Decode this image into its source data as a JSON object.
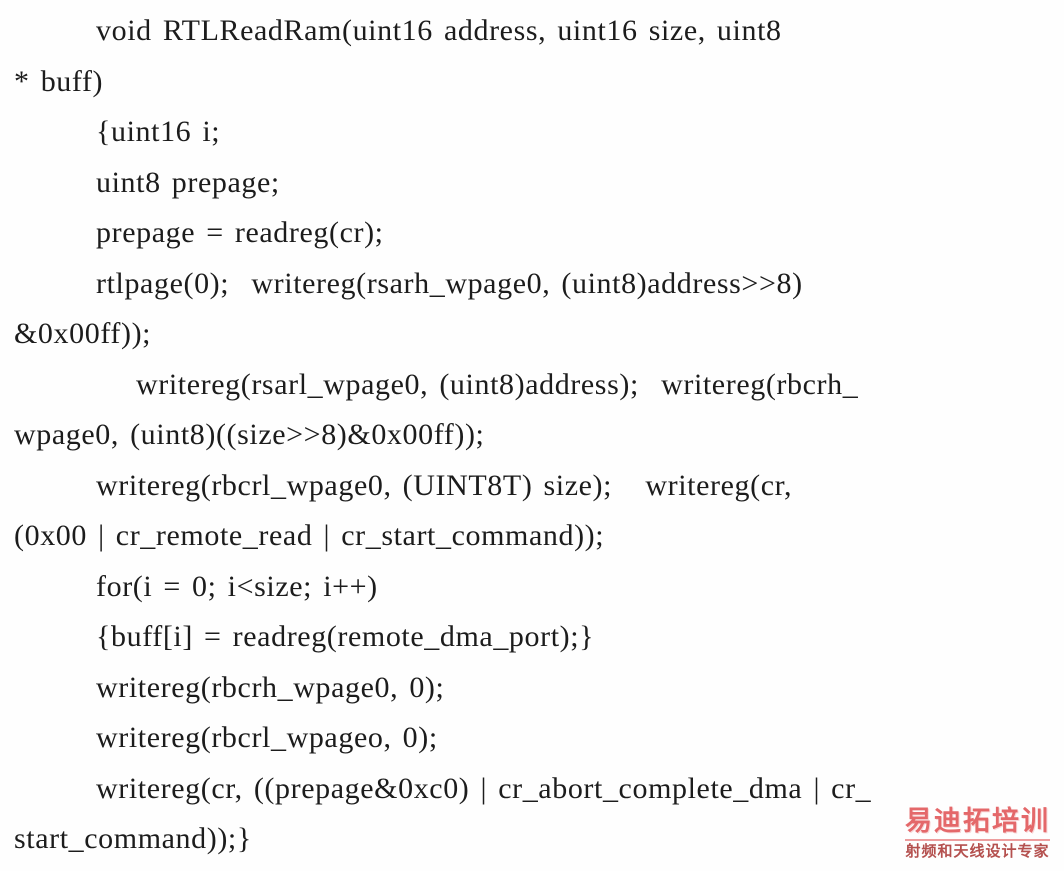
{
  "page": {
    "background_color": "#fefefe",
    "text_color": "#1c1c1c"
  },
  "code": {
    "language": "c",
    "function_name": "RTLReadRam",
    "lines": [
      {
        "text": "void RTLReadRam(uint16 address, uint16 size, uint8"
      },
      {
        "text": "* buff)"
      },
      {
        "text": "{uint16 i;"
      },
      {
        "text": "uint8 prepage;"
      },
      {
        "text": "prepage = readreg(cr);"
      },
      {
        "text": "rtlpage(0);  writereg(rsarh_wpage0, (uint8)address>>8)"
      },
      {
        "text": "&0x00ff));"
      },
      {
        "text": "writereg(rsarl_wpage0, (uint8)address);  writereg(rbcrh_"
      },
      {
        "text": "wpage0, (uint8)((size>>8)&0x00ff));"
      },
      {
        "text": "writereg(rbcrl_wpage0, (UINT8T) size);   writereg(cr,"
      },
      {
        "text": "(0x00 | cr_remote_read | cr_start_command));"
      },
      {
        "text": "for(i = 0; i<size; i++)"
      },
      {
        "text": "{buff[i] = readreg(remote_dma_port);}"
      },
      {
        "text": "writereg(rbcrh_wpage0, 0);"
      },
      {
        "text": "writereg(rbcrl_wpageo, 0);"
      },
      {
        "text": "writereg(cr, ((prepage&0xc0) | cr_abort_complete_dma | cr_"
      },
      {
        "text": "start_command));}"
      }
    ]
  },
  "watermark": {
    "title": "易迪拓培训",
    "subtitle": "射频和天线设计专家",
    "title_color": "#e4686a",
    "subtitle_color": "#b4504e"
  }
}
